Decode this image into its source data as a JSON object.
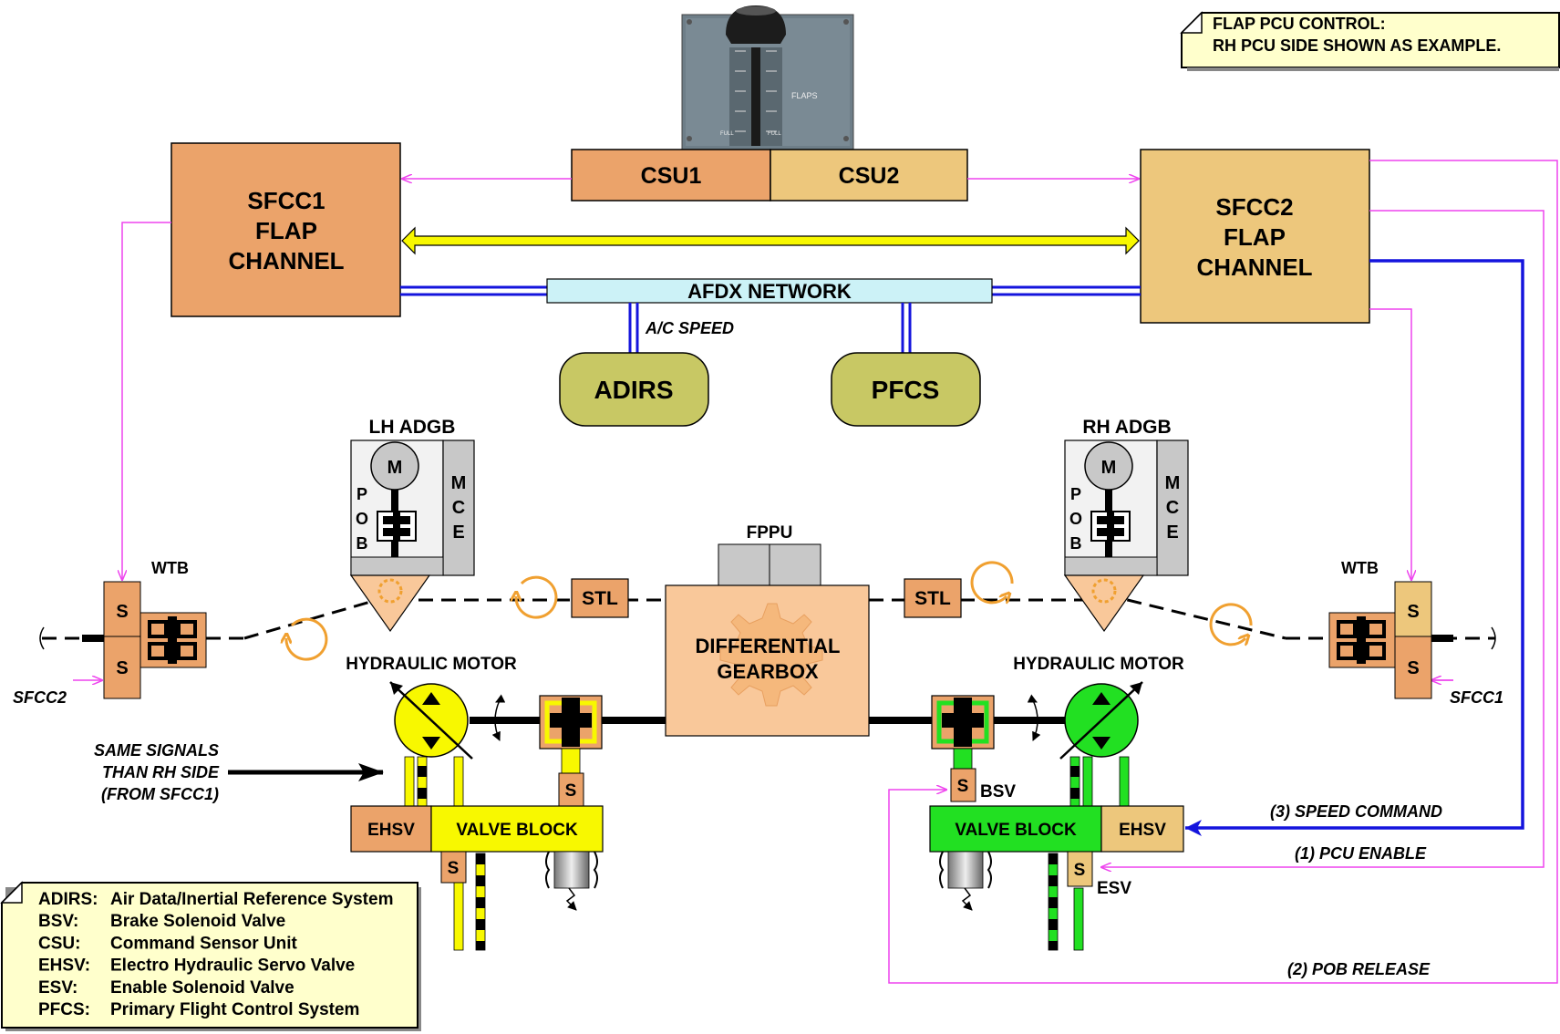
{
  "note": {
    "line1": "FLAP PCU CONTROL:",
    "line2": "RH PCU SIDE SHOWN AS EXAMPLE."
  },
  "lever": {
    "label": "FLAPS",
    "detent_full": "FULL"
  },
  "csu": {
    "csu1": "CSU1",
    "csu2": "CSU2"
  },
  "sfcc1": {
    "line1": "SFCC1",
    "line2": "FLAP",
    "line3": "CHANNEL"
  },
  "sfcc2": {
    "line1": "SFCC2",
    "line2": "FLAP",
    "line3": "CHANNEL"
  },
  "afdx": "AFDX NETWORK",
  "ac_speed": "A/C SPEED",
  "adirs": "ADIRS",
  "pfcs": "PFCS",
  "lh_adgb": {
    "title": "LH ADGB",
    "motor": "M",
    "pob": [
      "P",
      "O",
      "B"
    ],
    "mce": [
      "M",
      "C",
      "E"
    ]
  },
  "rh_adgb": {
    "title": "RH ADGB",
    "motor": "M",
    "pob": [
      "P",
      "O",
      "B"
    ],
    "mce": [
      "M",
      "C",
      "E"
    ]
  },
  "fppu": "FPPU",
  "stl": "STL",
  "wtb": "WTB",
  "s": "S",
  "gearbox": {
    "line1": "DIFFERENTIAL",
    "line2": "GEARBOX"
  },
  "hyd_motor": "HYDRAULIC MOTOR",
  "ehsv": "EHSV",
  "valve_block": "VALVE BLOCK",
  "bsv": "BSV",
  "esv": "ESV",
  "sfcc2_input": "SFCC2",
  "sfcc1_input": "SFCC1",
  "same_signals": [
    "SAME SIGNALS",
    "THAN RH SIDE",
    "(FROM SFCC1)"
  ],
  "signals": {
    "speed_command": "(3) SPEED COMMAND",
    "pcu_enable": "(1) PCU ENABLE",
    "pob_release": "(2) POB RELEASE"
  },
  "legend": [
    {
      "abbr": "ADIRS:",
      "desc": "Air Data/Inertial Reference System"
    },
    {
      "abbr": "BSV:",
      "desc": "Brake Solenoid Valve"
    },
    {
      "abbr": "CSU:",
      "desc": "Command Sensor Unit"
    },
    {
      "abbr": "EHSV:",
      "desc": "Electro Hydraulic Servo Valve"
    },
    {
      "abbr": "ESV:",
      "desc": "Enable Solenoid Valve"
    },
    {
      "abbr": "PFCS:",
      "desc": "Primary Flight Control System"
    }
  ],
  "colors": {
    "sfcc1": "#EBA36A",
    "sfcc2": "#EDC77C",
    "afdx": "#CCF2F7",
    "pill": "#C8C864",
    "yellow": "#F8F800",
    "green": "#22E022",
    "magenta": "#EE44EE",
    "blue": "#1414DD",
    "note_bg": "#FFFFCC",
    "gearbox": "#F9C89A",
    "orange_rot": "#F0A030"
  }
}
